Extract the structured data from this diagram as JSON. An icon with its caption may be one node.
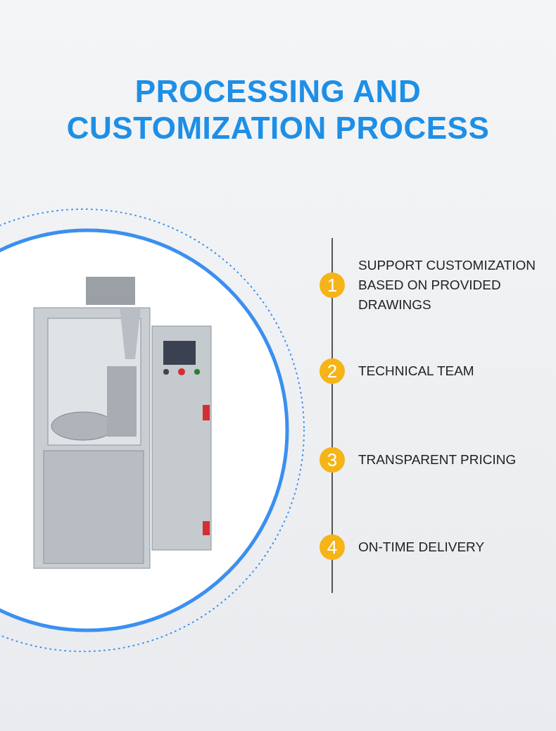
{
  "diagram": {
    "title": "PROCESSING AND CUSTOMIZATION PROCESS",
    "nodes": [
      {
        "text": [
          "1"
        ],
        "beside": [
          "SUPPORT CUSTOMIZATION BASED ON PROVIDED DRAWINGS"
        ]
      },
      {
        "text": [
          "2"
        ],
        "beside": [
          "TECHNICAL TEAM"
        ]
      },
      {
        "text": [
          "3"
        ],
        "beside": [
          "TRANSPARENT PRICING"
        ]
      },
      {
        "text": [
          "4"
        ],
        "beside": [
          "ON-TIME DELIVERY"
        ]
      }
    ],
    "edges": [
      {
        "from": 0,
        "to": 1,
        "arrow": "none"
      },
      {
        "from": 1,
        "to": 2,
        "arrow": "none"
      },
      {
        "from": 2,
        "to": 3,
        "arrow": "none"
      }
    ]
  }
}
